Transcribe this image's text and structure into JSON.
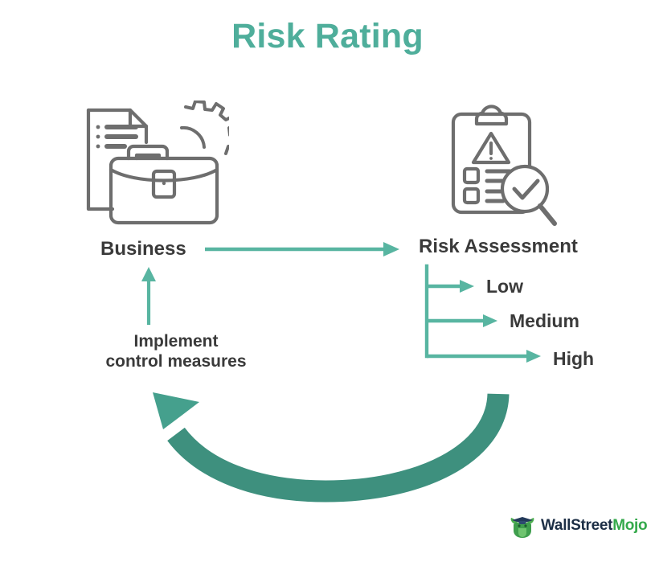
{
  "title": "Risk Rating",
  "colors": {
    "title_teal": "#4FAE9B",
    "arrow_teal": "#58B5A1",
    "curve_teal_dark": "#3E907E",
    "icon_gray": "#6E6E6E",
    "text_dark": "#3a3a3a",
    "background": "#FFFFFF",
    "logo_dark": "#1C2E45",
    "logo_green": "#34A94B"
  },
  "nodes": {
    "business": {
      "label": "Business",
      "icon": "business-briefcase-document-gear-icon"
    },
    "risk_assessment": {
      "label": "Risk Assessment",
      "icon": "clipboard-warning-checklist-magnifier-icon"
    },
    "implement": {
      "label_line1": "Implement",
      "label_line2": "control measures"
    }
  },
  "branches": [
    {
      "label": "Low"
    },
    {
      "label": "Medium"
    },
    {
      "label": "High"
    }
  ],
  "connectors": {
    "business_to_risk": "arrow-right",
    "implement_to_business": "arrow-up",
    "risk_to_implement": "curved-arrow-left"
  },
  "logo": {
    "text_part1": "WallStreet",
    "text_part2": "Mojo",
    "mark": "bull-graduate-icon"
  }
}
